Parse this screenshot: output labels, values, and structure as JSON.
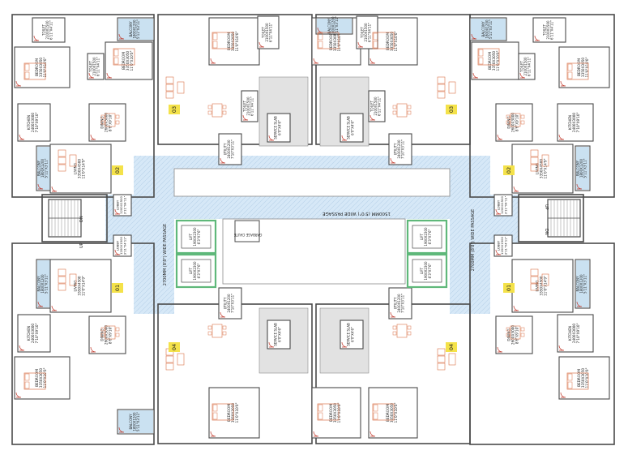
{
  "colors": {
    "wall": "#4a4a4a",
    "wall_light": "#8a8a8a",
    "room_fill": "#ffffff",
    "door": "#c0392b",
    "furniture": "#d9734a",
    "window": "#9ec9e6",
    "passage": "#d6e8f7",
    "lift_border": "#5fb87a",
    "badge": "#f4e24a",
    "lift_fill": "#ffffff",
    "terrace": "#e2e2e2"
  },
  "labels": {
    "passage_wide": "1500MM (5'0\") WIDE PASSAGE",
    "passage_left": "2700MM (8'8\") WIDE PASSAGE",
    "passage_right": "2700MM (8'8\") WIDE PASSAGE",
    "garbage_chute": "GARBAGE CHUTE",
    "dn": "DN",
    "up": "UP"
  },
  "lifts": [
    {
      "name": "LIFT",
      "size": "1900X2300",
      "ft": "6'3\"X7'6\""
    },
    {
      "name": "LIFT",
      "size": "1900X2300",
      "ft": "6'3\"X7'6\""
    },
    {
      "name": "LIFT",
      "size": "1900X2300",
      "ft": "6'3\"X7'6\""
    },
    {
      "name": "LIFT",
      "size": "1900X2300",
      "ft": "6'3\"X7'6\""
    }
  ],
  "badges": [
    "01",
    "02",
    "03",
    "04",
    "01",
    "02",
    "03",
    "04"
  ],
  "rooms": [
    {
      "name": "BEDROOM",
      "size": "3350X3050",
      "ft": "11'0\"X10'0\""
    },
    {
      "name": "BEDROOM",
      "size": "3350X3050",
      "ft": "11'0\"X10'0\""
    },
    {
      "name": "BEDROOM",
      "size": "3350X3050",
      "ft": "11'0\"X10'0\""
    },
    {
      "name": "BEDROOM",
      "size": "3350X3050",
      "ft": "11'0\"X10'0\""
    },
    {
      "name": "BEDROOM",
      "size": "3350X3050",
      "ft": "11'0\"X10'0\""
    },
    {
      "name": "BEDROOM",
      "size": "3350X3050",
      "ft": "11'0\"X10'0\""
    },
    {
      "name": "BEDROOM",
      "size": "3350X3050",
      "ft": "11'0\"X10'0\""
    },
    {
      "name": "BEDROOM",
      "size": "3350X3050",
      "ft": "11'0\"X10'0\""
    },
    {
      "name": "BEDROOM",
      "size": "3350X3050",
      "ft": "11'0\"X10'0\""
    },
    {
      "name": "BEDROOM",
      "size": "3350X3050",
      "ft": "11'0\"X10'0\""
    },
    {
      "name": "BEDROOM",
      "size": "3350X3050",
      "ft": "11'0\"X10'0\""
    },
    {
      "name": "BEDROOM",
      "size": "3350X3050",
      "ft": "11'0\"X10'0\""
    },
    {
      "name": "BALCONY",
      "size": "1800X1200",
      "ft": "5'11\"X3'11\""
    },
    {
      "name": "BALCONY",
      "size": "1800X1200",
      "ft": "5'11\"X3'11\""
    },
    {
      "name": "BALCONY",
      "size": "1800X1200",
      "ft": "5'11\"X3'11\""
    },
    {
      "name": "BALCONY",
      "size": "1800X1200",
      "ft": "5'11\"X3'11\""
    },
    {
      "name": "BALCONY",
      "size": "1800X1200",
      "ft": "5'11\"X3'11\""
    },
    {
      "name": "BALCONY",
      "size": "1800X1200",
      "ft": "5'11\"X3'11\""
    },
    {
      "name": "BALCONY",
      "size": "1800X1200",
      "ft": "5'11\"X3'11\""
    },
    {
      "name": "BALCONY",
      "size": "1800X1200",
      "ft": "5'11\"X3'11\""
    },
    {
      "name": "TOILET",
      "size": "2100X1500",
      "ft": "6'11\"X4'11\""
    },
    {
      "name": "TOILET",
      "size": "2100X1500",
      "ft": "6'11\"X4'11\""
    },
    {
      "name": "TOILET",
      "size": "2100X1500",
      "ft": "6'11\"X4'11\""
    },
    {
      "name": "TOILET",
      "size": "2100X1500",
      "ft": "6'11\"X4'11\""
    },
    {
      "name": "TOILET",
      "size": "2100X1500",
      "ft": "6'11\"X4'11\""
    },
    {
      "name": "TOILET",
      "size": "2100X1500",
      "ft": "6'11\"X4'11\""
    },
    {
      "name": "TOILET",
      "size": "2100X1500",
      "ft": "6'11\"X4'11\""
    },
    {
      "name": "TOILET",
      "size": "2100X1500",
      "ft": "6'11\"X4'11\""
    },
    {
      "name": "KITCHEN",
      "size": "2400X3000",
      "ft": "7'10\"X9'10\""
    },
    {
      "name": "KITCHEN",
      "size": "2400X3000",
      "ft": "7'10\"X9'10\""
    },
    {
      "name": "KITCHEN",
      "size": "2400X3000",
      "ft": "7'10\"X9'10\""
    },
    {
      "name": "KITCHEN",
      "size": "2400X3000",
      "ft": "7'10\"X9'10\""
    },
    {
      "name": "DINING",
      "size": "2600X3000",
      "ft": "8'6\"X9'10\""
    },
    {
      "name": "DINING",
      "size": "2600X3000",
      "ft": "8'6\"X9'10\""
    },
    {
      "name": "DINING",
      "size": "2600X3000",
      "ft": "8'6\"X9'10\""
    },
    {
      "name": "DINING",
      "size": "2600X3000",
      "ft": "8'6\"X9'10\""
    },
    {
      "name": "LIVING",
      "size": "3350X4500",
      "ft": "11'0\"X14'9\""
    },
    {
      "name": "LIVING",
      "size": "3350X4500",
      "ft": "11'0\"X14'9\""
    },
    {
      "name": "LIVING",
      "size": "3350X4500",
      "ft": "11'0\"X14'9\""
    },
    {
      "name": "LIVING",
      "size": "3350X4500",
      "ft": "11'0\"X14'9\""
    },
    {
      "name": "LOBBY",
      "size": "1200X1500",
      "ft": "3'11\"X4'11\""
    },
    {
      "name": "LOBBY",
      "size": "1200X1500",
      "ft": "3'11\"X4'11\""
    },
    {
      "name": "LOBBY",
      "size": "1200X1500",
      "ft": "3'11\"X4'11\""
    },
    {
      "name": "LOBBY",
      "size": "1200X1500",
      "ft": "3'11\"X4'11\""
    },
    {
      "name": "UTILITY",
      "size": "2400X1200",
      "ft": "7'10\"X3'11\""
    },
    {
      "name": "UTILITY",
      "size": "2400X1200",
      "ft": "7'10\"X3'11\""
    },
    {
      "name": "UTILITY",
      "size": "2400X1200",
      "ft": "7'10\"X3'11\""
    },
    {
      "name": "UTILITY",
      "size": "2400X1200",
      "ft": "7'10\"X3'11\""
    },
    {
      "name": "SERVICE SLAB",
      "size": "",
      "ft": "6'0\"X4'6\""
    },
    {
      "name": "SERVICE SLAB",
      "size": "",
      "ft": "6'0\"X4'6\""
    },
    {
      "name": "SERVICE SLAB",
      "size": "",
      "ft": "6'0\"X4'6\""
    },
    {
      "name": "SERVICE SLAB",
      "size": "",
      "ft": "6'0\"X4'6\""
    }
  ]
}
